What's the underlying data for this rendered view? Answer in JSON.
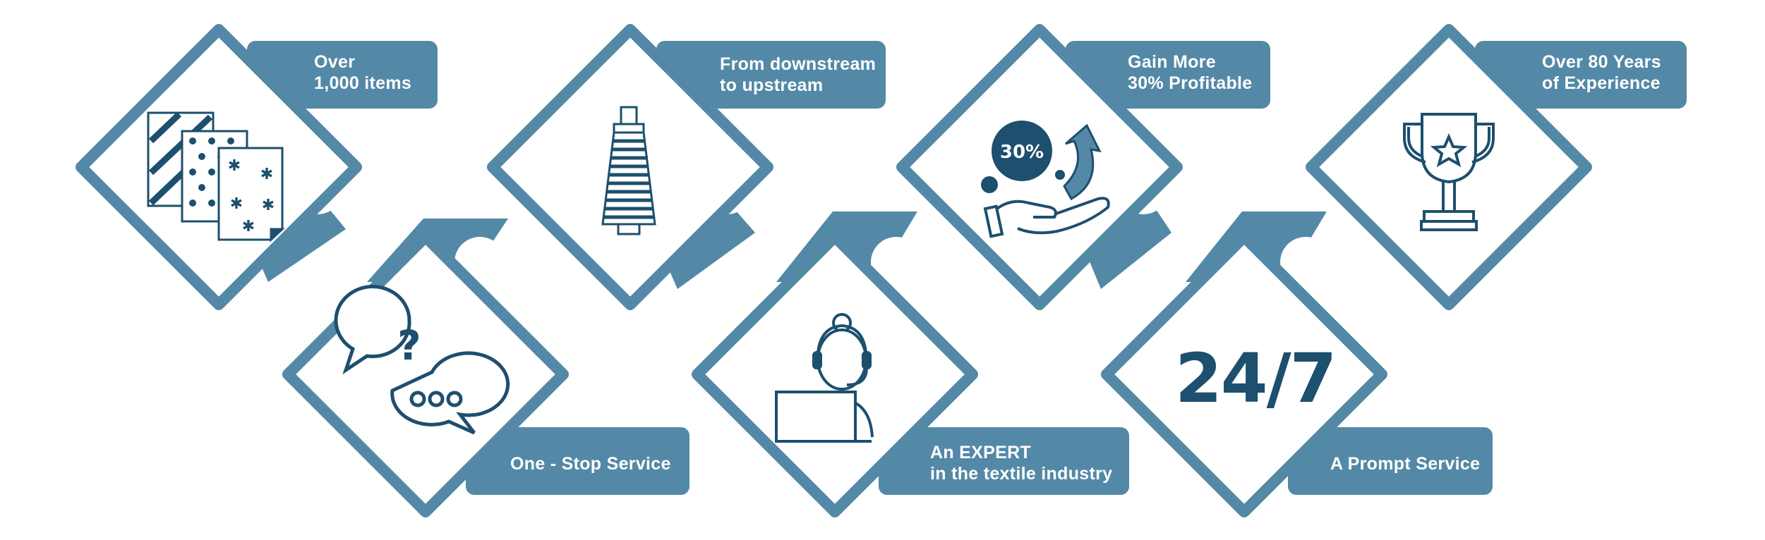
{
  "colors": {
    "primary": "#5389a6",
    "dark": "#1d4f6e",
    "white": "#ffffff"
  },
  "features": [
    {
      "id": "items",
      "line1": "Over",
      "line2": "1,000 items",
      "icon": "fabric-swatches-icon"
    },
    {
      "id": "stop",
      "line1": "One - Stop Service",
      "line2": "",
      "icon": "question-chat-bubbles-icon"
    },
    {
      "id": "downstream",
      "line1": "From downstream",
      "line2": "to upstream",
      "icon": "thread-spool-icon"
    },
    {
      "id": "expert",
      "line1": "An EXPERT",
      "line2": "in the textile industry",
      "icon": "support-agent-laptop-icon"
    },
    {
      "id": "profit",
      "line1": "Gain More",
      "line2": "30% Profitable",
      "icon": "hand-coin-growth-icon",
      "badge": "30%"
    },
    {
      "id": "prompt",
      "line1": "A Prompt Service",
      "line2": "",
      "icon": "24-7-icon",
      "big_text": "24/7"
    },
    {
      "id": "experience",
      "line1": "Over 80 Years",
      "line2": "of Experience",
      "icon": "trophy-star-icon"
    }
  ]
}
